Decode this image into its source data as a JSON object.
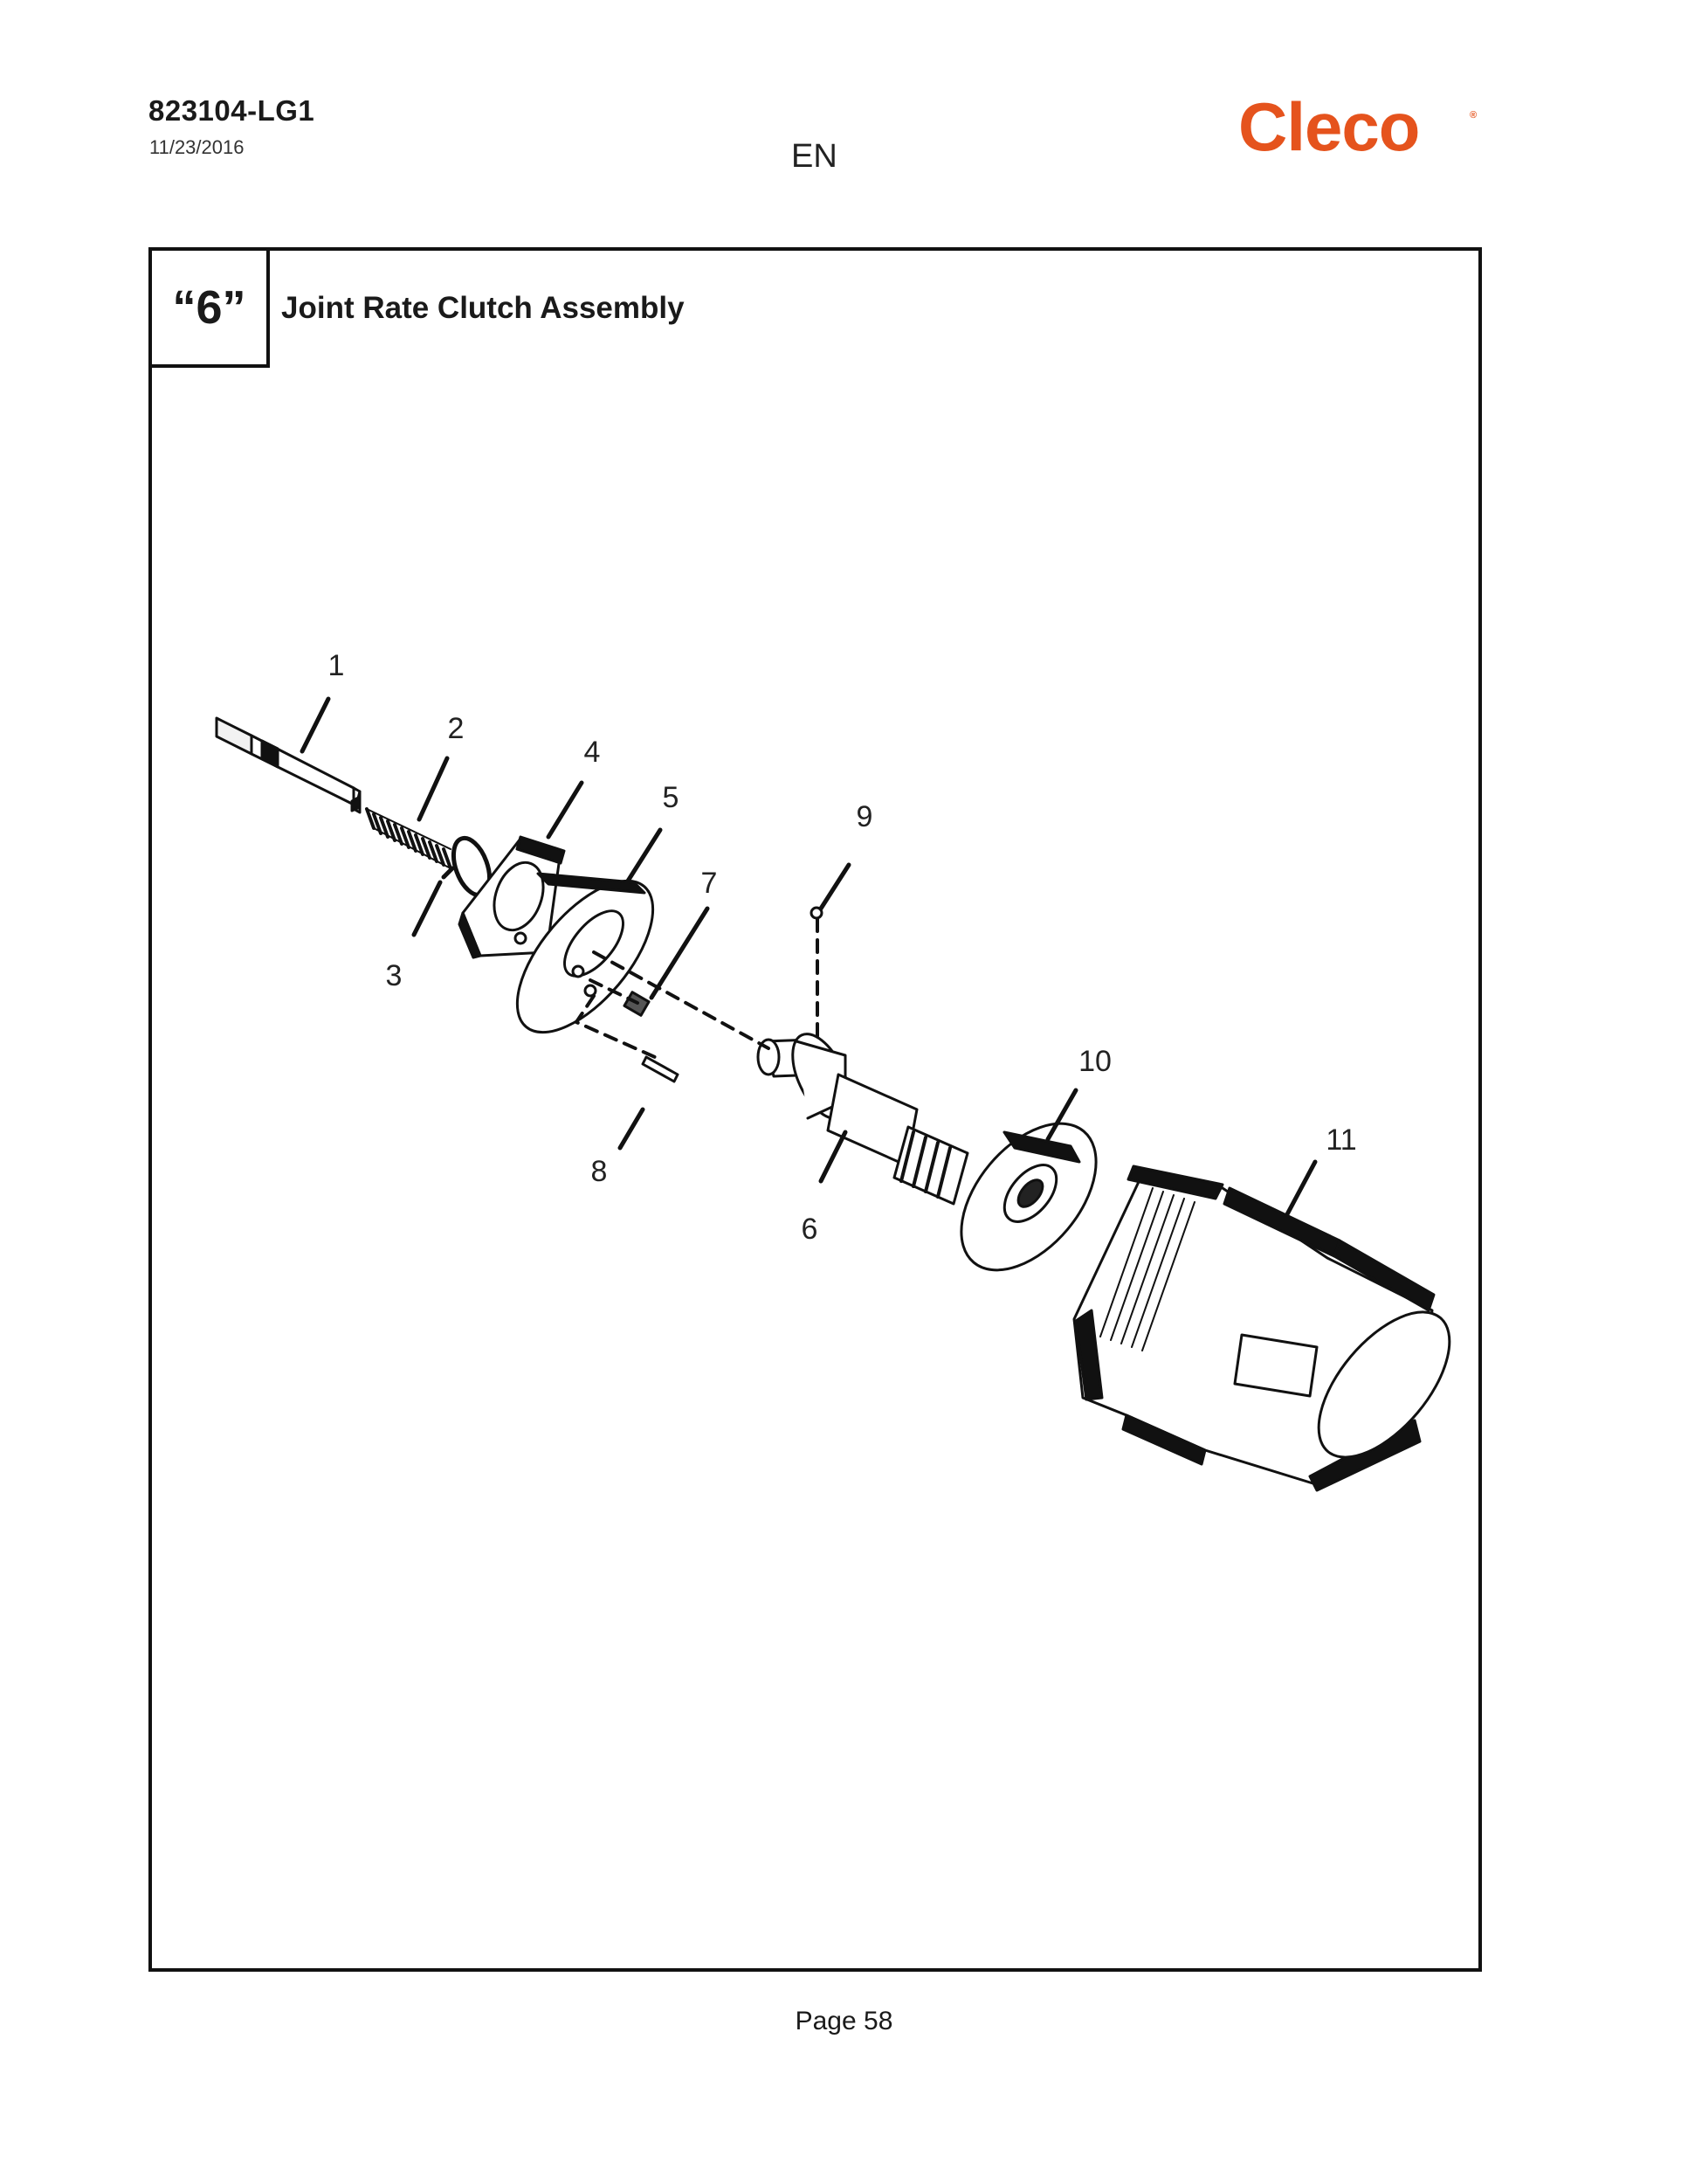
{
  "header": {
    "doc_number": "823104-LG1",
    "date": "11/23/2016",
    "language": "EN",
    "logo_text": "Cleco",
    "logo_color": "#e5531d"
  },
  "section": {
    "number": "“6”",
    "title": "Joint Rate Clutch Assembly"
  },
  "diagram": {
    "callouts": [
      "1",
      "2",
      "3",
      "4",
      "5",
      "6",
      "7",
      "8",
      "9",
      "10",
      "11"
    ]
  },
  "footer": {
    "page_label": "Page 58"
  }
}
